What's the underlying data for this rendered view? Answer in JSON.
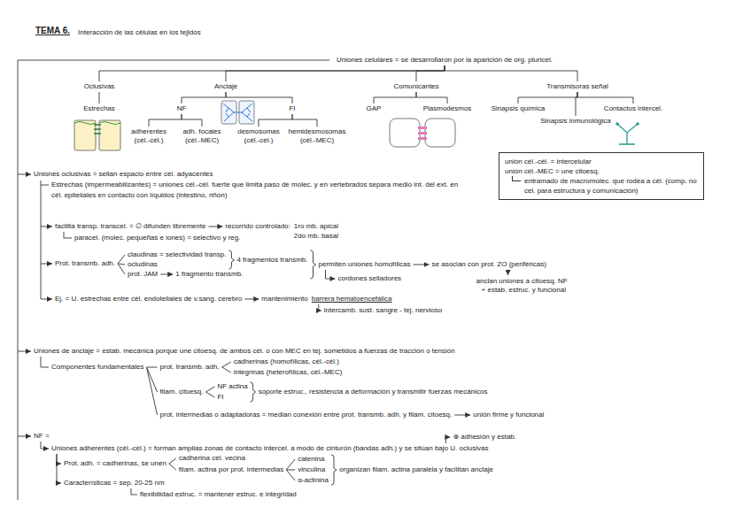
{
  "diagram": {
    "title": "TEMA 6.",
    "nodes": [
      {
        "text": [
          "Uniones celulares = se desarrollaron por la aparición de org. pluricel."
        ]
      },
      {
        "text": [
          "Oclusivas"
        ]
      },
      {
        "text": [
          "Anclaje"
        ]
      },
      {
        "text": [
          "Comunicantes"
        ]
      },
      {
        "text": [
          "Transmisoras señal"
        ]
      },
      {
        "text": [
          "Estrechas"
        ]
      },
      {
        "text": [
          "NF"
        ]
      },
      {
        "text": [
          "FI"
        ]
      },
      {
        "text": [
          "GAP"
        ]
      },
      {
        "text": [
          "Plasmodesmos"
        ]
      },
      {
        "text": [
          "Sinapsis química"
        ]
      },
      {
        "text": [
          "Contactos intercel."
        ]
      },
      {
        "text": [
          "Sinapsis inmunológica"
        ]
      },
      {
        "text": [
          "adherentes",
          "(cél.-cél.)"
        ]
      },
      {
        "text": [
          "adh. focales",
          "(cél.-MEC)"
        ]
      },
      {
        "text": [
          "desmosomas",
          "(cél.-cél.)"
        ]
      },
      {
        "text": [
          "hemidesmosomas",
          "(cél.-MEC)"
        ]
      },
      {
        "text": [
          "unión cél.-cél. = intercelular",
          "unión cél.-MEC = une citoesq.",
          "entramado de macromolec. que rodea a cél. (comp. no cel. para estructura y comunicación)"
        ]
      }
    ],
    "edges": [
      {
        "from": 0,
        "to": 1,
        "arrow": "none"
      },
      {
        "from": 0,
        "to": 2,
        "arrow": "none"
      },
      {
        "from": 0,
        "to": 3,
        "arrow": "none"
      },
      {
        "from": 0,
        "to": 4,
        "arrow": "none"
      },
      {
        "from": 1,
        "to": 5,
        "arrow": "none"
      },
      {
        "from": 2,
        "to": 6,
        "arrow": "none"
      },
      {
        "from": 2,
        "to": 7,
        "arrow": "none"
      },
      {
        "from": 3,
        "to": 8,
        "arrow": "none"
      },
      {
        "from": 3,
        "to": 9,
        "arrow": "none"
      },
      {
        "from": 4,
        "to": 10,
        "arrow": "none"
      },
      {
        "from": 4,
        "to": 11,
        "arrow": "none"
      },
      {
        "from": 4,
        "to": 12,
        "arrow": "none"
      },
      {
        "from": 6,
        "to": 13,
        "arrow": "none"
      },
      {
        "from": 6,
        "to": 14,
        "arrow": "none"
      },
      {
        "from": 7,
        "to": 15,
        "arrow": "none"
      },
      {
        "from": 7,
        "to": 16,
        "arrow": "none"
      }
    ],
    "labels": [
      "Interacción de las células en los tejidos",
      "Uniones oclusivas = sellan espacio entre cél. adyacentes",
      "Estrechas (impermeabilizantes) = uniones cél.-cél. fuerte que limita paso de molec. y en vertebrados separa medio int. del ext. en cél. epiteliales en contacto con líquidos (intestino, riñón)",
      "facilita transp. transcel. = ∅ difunden libremente",
      "recorrido controlado:",
      "1ro mb. apical",
      "2do mb. basal",
      "paracel. (molec. pequeñas e iones) = selectivo y reg.",
      "Prot. transmb. adh.",
      "claudinas = selectividad transp.",
      "ocludinas",
      "prot. JAM",
      "1 fragmento transmb.",
      "4 fragmentos transmb.",
      "permiten uniones homofílicas",
      "se asocian con prot. ZO (periféricas)",
      "anclan uniones a citoesq. NF",
      "+ estab. estruc. y funcional",
      "cordones selladores",
      "Ej. = U. estrechas entre cél. endoteliales de v.sang. cerebro",
      "mantenimiento",
      "barrera hematoencefálica",
      "intercamb. sust. sangre - tej. nervioso",
      "Uniones de anclaje = estab. mecánica porque une citoesq. de ambos cél. o con MEC en tej. sometidos a fuerzas de tracción o tensión",
      "Componentes fundamentales",
      "prot. transmb. adh.",
      "cadherinas (homofílicas, cél.-cél.)",
      "integrinas (heterofílicas, cél.-MEC)",
      "filam. citoesq.",
      "NF actina",
      "FI",
      "soporte estruc., resistencia a deformación y transmitir fuerzas mecánicos",
      "prot. intermedias o adaptadoras = median conexión entre prot. transmb. adh. y filam. citoesq.",
      "unión firme y funcional",
      "NF =",
      "Uniones adherentes (cél.-cél.) = forman amplias zonas de contacto intercel. a modo de cinturón (bandas adh.) y se sitúan bajo U. oclusivas",
      "⊕ adhesión y estab.",
      "Prot. adh. = cadherinas, se unen",
      "cadherina cél. vecina",
      "filam. actina por prot. intermedias",
      "catenina",
      "vinculina",
      "α-actinina",
      "organizan filam. actina paralela y facilitan anclaje",
      "Características = sep. 20-25 nm",
      "flexibilidad estruc. = mantener estruc. e integridad"
    ]
  }
}
